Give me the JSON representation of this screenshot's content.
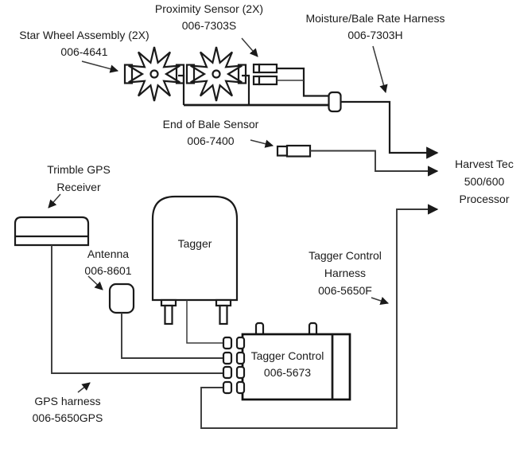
{
  "diagram": {
    "background": "#ffffff",
    "line_color": "#1a1a1a",
    "components": {
      "star_wheel": {
        "name": "Star Wheel Assembly (2X)",
        "part": "006-4641"
      },
      "proximity_sensor": {
        "name": "Proximity Sensor (2X)",
        "part": "006-7303S"
      },
      "moisture_harness": {
        "name": "Moisture/Bale Rate Harness",
        "part": "006-7303H"
      },
      "end_of_bale_sensor": {
        "name": "End of Bale Sensor",
        "part": "006-7400"
      },
      "processor": {
        "line1": "Harvest Tec",
        "line2": "500/600",
        "line3": "Processor"
      },
      "gps_receiver": {
        "line1": "Trimble GPS",
        "line2": "Receiver"
      },
      "antenna": {
        "name": "Antenna",
        "part": "006-8601"
      },
      "tagger": {
        "name": "Tagger"
      },
      "tagger_control_harness": {
        "line1": "Tagger Control",
        "line2": "Harness",
        "part": "006-5650F"
      },
      "tagger_control": {
        "name": "Tagger Control",
        "part": "006-5673"
      },
      "gps_harness": {
        "name": "GPS harness",
        "part": "006-5650GPS"
      }
    }
  }
}
